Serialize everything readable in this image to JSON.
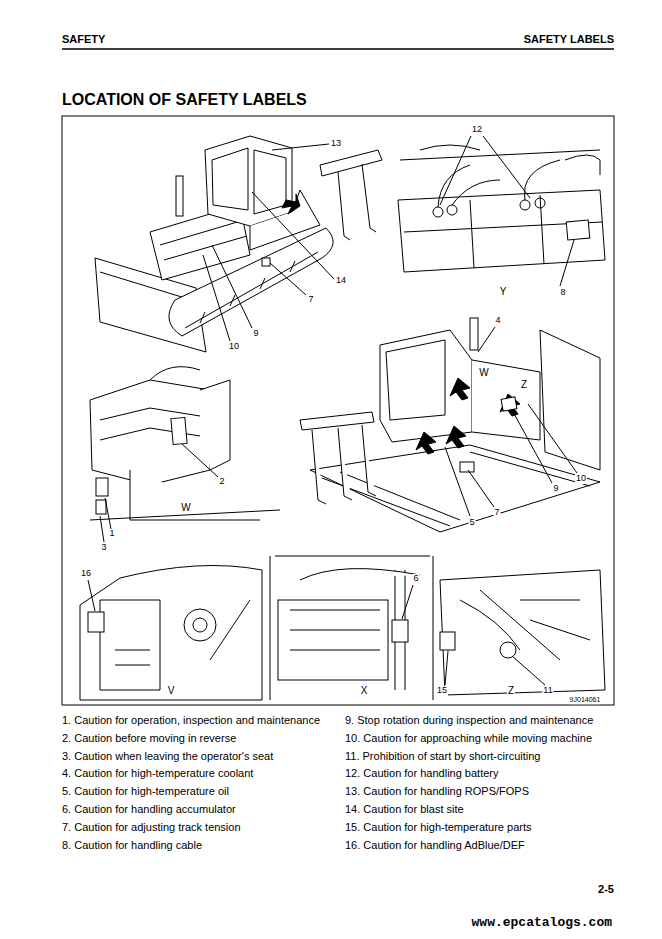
{
  "diagram": {
    "title": "LOCATION OF SAFETY LABELS",
    "labels": [
      "SAFETY",
      "SAFETY LABELS",
      "13",
      "14",
      "7",
      "9",
      "10",
      "12",
      "8",
      "Y",
      "4",
      "W",
      "Z",
      "5",
      "7",
      "9",
      "10",
      "2",
      "1",
      "3",
      "W",
      "16",
      "V",
      "6",
      "X",
      "15",
      "Z",
      "11",
      "9J014061",
      "1. Caution for operation, inspection and maintenance",
      "2. Caution before moving in reverse",
      "3. Caution when leaving the operator's seat",
      "4. Caution for high-temperature coolant",
      "5. Caution for high-temperature oil",
      "6. Caution for handling accumulator",
      "7. Caution for adjusting track tension",
      "8. Caution for handling cable",
      "9. Stop rotation during inspection and maintenance",
      "10. Caution for approaching while moving machine",
      "11. Prohibition of start by short-circuiting",
      "12. Caution for handling battery",
      "13. Caution for handling ROPS/FOPS",
      "14. Caution for blast site",
      "15. Caution for high-temperature parts",
      "16. Caution for handling AdBlue/DEF",
      "2-5",
      "www.epcatalogs.com"
    ]
  }
}
